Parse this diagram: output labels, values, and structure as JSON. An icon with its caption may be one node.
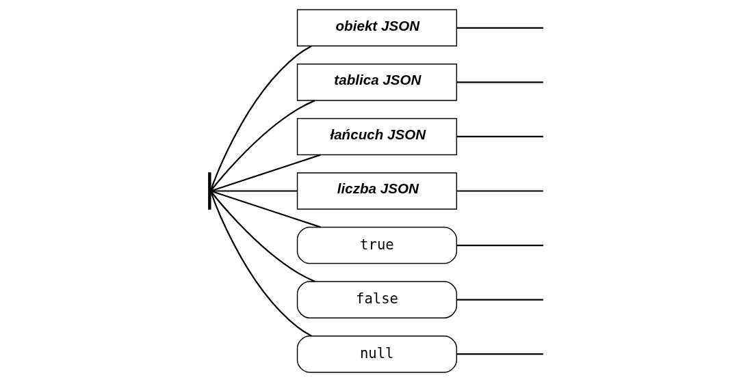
{
  "diagram": {
    "nodes": [
      {
        "text": [],
        "shape": "bar"
      },
      {
        "text": [
          "obiekt JSON"
        ]
      },
      {
        "text": [
          "tablica JSON"
        ]
      },
      {
        "text": [
          "łańcuch JSON"
        ]
      },
      {
        "text": [
          "liczba JSON"
        ]
      },
      {
        "text": [
          "true"
        ]
      },
      {
        "text": [
          "false"
        ]
      },
      {
        "text": [
          "null"
        ]
      }
    ],
    "edges": [
      {
        "from": 0,
        "to": 1,
        "arrow": "none"
      },
      {
        "from": 0,
        "to": 2,
        "arrow": "none"
      },
      {
        "from": 0,
        "to": 3,
        "arrow": "none"
      },
      {
        "from": 0,
        "to": 4,
        "arrow": "none"
      },
      {
        "from": 0,
        "to": 5,
        "arrow": "none"
      },
      {
        "from": 0,
        "to": 6,
        "arrow": "none"
      },
      {
        "from": 0,
        "to": 7,
        "arrow": "none"
      },
      {
        "from": 1,
        "to": null,
        "arrow": "none"
      },
      {
        "from": 2,
        "to": null,
        "arrow": "none"
      },
      {
        "from": 3,
        "to": null,
        "arrow": "none"
      },
      {
        "from": 4,
        "to": null,
        "arrow": "none"
      },
      {
        "from": 5,
        "to": null,
        "arrow": "none"
      },
      {
        "from": 6,
        "to": null,
        "arrow": "none"
      },
      {
        "from": 7,
        "to": null,
        "arrow": "none"
      }
    ]
  }
}
